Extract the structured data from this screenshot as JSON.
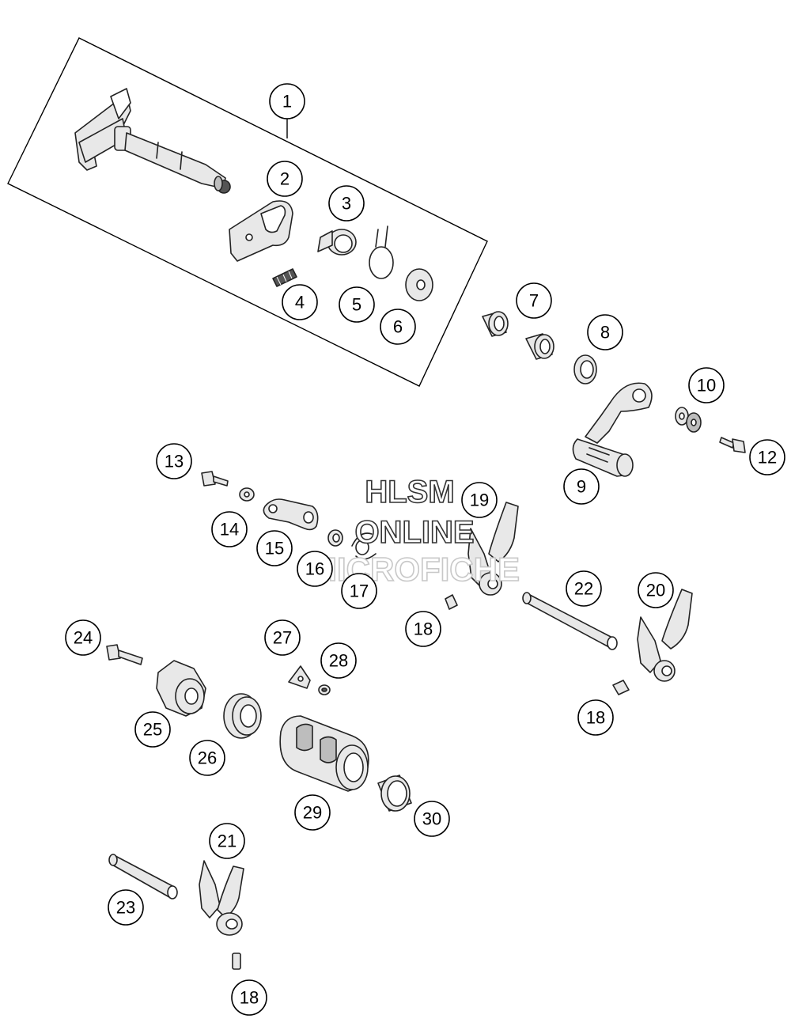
{
  "watermark": {
    "line1": "HLSM",
    "line2": "ONLINE",
    "line3": "MICROFICHE"
  },
  "callouts": {
    "c1": "1",
    "c2": "2",
    "c3": "3",
    "c4": "4",
    "c5": "5",
    "c6": "6",
    "c7": "7",
    "c8": "8",
    "c9": "9",
    "c10": "10",
    "c12": "12",
    "c13": "13",
    "c14": "14",
    "c15": "15",
    "c16": "16",
    "c17": "17",
    "c18a": "18",
    "c18b": "18",
    "c18c": "18",
    "c19": "19",
    "c20": "20",
    "c21": "21",
    "c22": "22",
    "c23": "23",
    "c24": "24",
    "c25": "25",
    "c26": "26",
    "c27": "27",
    "c28": "28",
    "c29": "29",
    "c30": "30"
  }
}
